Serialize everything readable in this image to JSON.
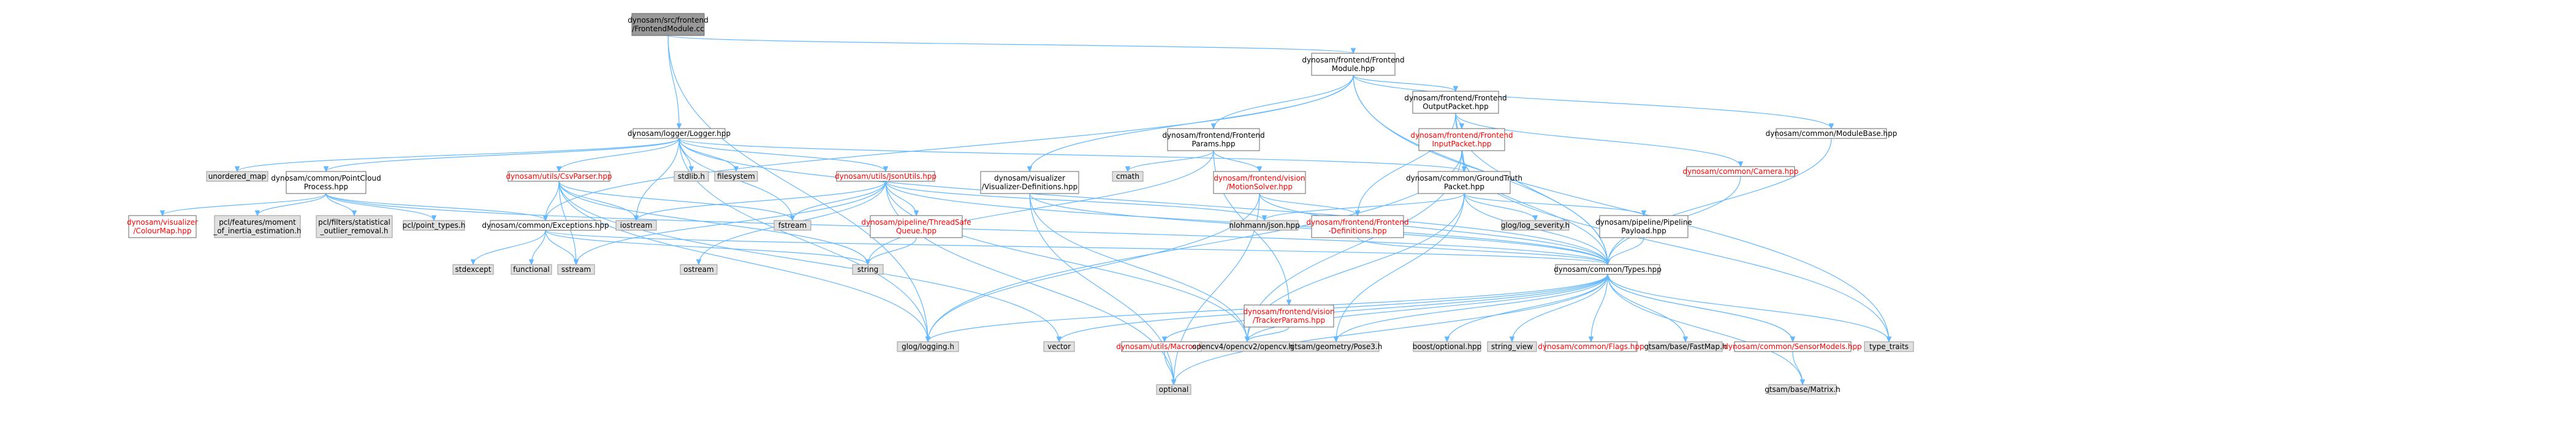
{
  "colors": {
    "root_fill": "#999999",
    "normal_fill": "#ffffff",
    "external_fill": "#e0e0e0",
    "border_normal": "#666666",
    "border_external": "#999999",
    "text_normal": "#000000",
    "text_link_red": "#ff0000",
    "edge": "#63b8ff"
  },
  "nodes": [
    {
      "id": "root",
      "lines": [
        "dynosam/src/frontend",
        "/FrontendModule.cc"
      ],
      "kind": "root"
    },
    {
      "id": "fm",
      "lines": [
        "dynosam/frontend/Frontend",
        "Module.hpp"
      ],
      "kind": "normal"
    },
    {
      "id": "logger",
      "lines": [
        "dynosam/logger/Logger.hpp"
      ],
      "kind": "normal"
    },
    {
      "id": "fop",
      "lines": [
        "dynosam/frontend/Frontend",
        "OutputPacket.hpp"
      ],
      "kind": "normal"
    },
    {
      "id": "modbase",
      "lines": [
        "dynosam/common/ModuleBase.hpp"
      ],
      "kind": "normal"
    },
    {
      "id": "fparams",
      "lines": [
        "dynosam/frontend/Frontend",
        "Params.hpp"
      ],
      "kind": "normal"
    },
    {
      "id": "fip",
      "lines": [
        "dynosam/frontend/Frontend",
        "InputPacket.hpp"
      ],
      "kind": "red"
    },
    {
      "id": "camera",
      "lines": [
        "dynosam/common/Camera.hpp"
      ],
      "kind": "red"
    },
    {
      "id": "unordered_map",
      "lines": [
        "unordered_map"
      ],
      "kind": "external"
    },
    {
      "id": "pcp",
      "lines": [
        "dynosam/common/PointCloud",
        "Process.hpp"
      ],
      "kind": "normal"
    },
    {
      "id": "csv",
      "lines": [
        "dynosam/utils/CsvParser.hpp"
      ],
      "kind": "red"
    },
    {
      "id": "stdlib",
      "lines": [
        "stdlib.h"
      ],
      "kind": "external"
    },
    {
      "id": "filesystem",
      "lines": [
        "filesystem"
      ],
      "kind": "external"
    },
    {
      "id": "json",
      "lines": [
        "dynosam/utils/JsonUtils.hpp"
      ],
      "kind": "red"
    },
    {
      "id": "vizdef",
      "lines": [
        "dynosam/visualizer",
        "/Visualizer-Definitions.hpp"
      ],
      "kind": "normal"
    },
    {
      "id": "cmath",
      "lines": [
        "cmath"
      ],
      "kind": "external"
    },
    {
      "id": "motion",
      "lines": [
        "dynosam/frontend/vision",
        "/MotionSolver.hpp"
      ],
      "kind": "red"
    },
    {
      "id": "gt",
      "lines": [
        "dynosam/common/GroundTruth",
        "Packet.hpp"
      ],
      "kind": "normal"
    },
    {
      "id": "colourmap",
      "lines": [
        "dynosam/visualizer",
        "/ColourMap.hpp"
      ],
      "kind": "red"
    },
    {
      "id": "moment",
      "lines": [
        "pcl/features/moment",
        "_of_inertia_estimation.h"
      ],
      "kind": "external"
    },
    {
      "id": "statfilter",
      "lines": [
        "pcl/filters/statistical",
        "_outlier_removal.h"
      ],
      "kind": "external"
    },
    {
      "id": "pointtypes",
      "lines": [
        "pcl/point_types.h"
      ],
      "kind": "external"
    },
    {
      "id": "exceptions",
      "lines": [
        "dynosam/common/Exceptions.hpp"
      ],
      "kind": "normal"
    },
    {
      "id": "iostream",
      "lines": [
        "iostream"
      ],
      "kind": "external"
    },
    {
      "id": "fstream",
      "lines": [
        "fstream"
      ],
      "kind": "external"
    },
    {
      "id": "tsq",
      "lines": [
        "dynosam/pipeline/ThreadSafe",
        "Queue.hpp"
      ],
      "kind": "red"
    },
    {
      "id": "nlohmann",
      "lines": [
        "nlohmann/json.hpp"
      ],
      "kind": "external"
    },
    {
      "id": "fdefs",
      "lines": [
        "dynosam/frontend/Frontend",
        "-Definitions.hpp"
      ],
      "kind": "red"
    },
    {
      "id": "glogsev",
      "lines": [
        "glog/log_severity.h"
      ],
      "kind": "external"
    },
    {
      "id": "pipepayload",
      "lines": [
        "dynosam/pipeline/Pipeline",
        "Payload.hpp"
      ],
      "kind": "normal"
    },
    {
      "id": "stdexcept",
      "lines": [
        "stdexcept"
      ],
      "kind": "external"
    },
    {
      "id": "functional",
      "lines": [
        "functional"
      ],
      "kind": "external"
    },
    {
      "id": "sstream",
      "lines": [
        "sstream"
      ],
      "kind": "external"
    },
    {
      "id": "ostream",
      "lines": [
        "ostream"
      ],
      "kind": "external"
    },
    {
      "id": "string",
      "lines": [
        "string"
      ],
      "kind": "external"
    },
    {
      "id": "tracker",
      "lines": [
        "dynosam/frontend/vision",
        "/TrackerParams.hpp"
      ],
      "kind": "red"
    },
    {
      "id": "types",
      "lines": [
        "dynosam/common/Types.hpp"
      ],
      "kind": "normal"
    },
    {
      "id": "glog",
      "lines": [
        "glog/logging.h"
      ],
      "kind": "external"
    },
    {
      "id": "vector",
      "lines": [
        "vector"
      ],
      "kind": "external"
    },
    {
      "id": "macros",
      "lines": [
        "dynosam/utils/Macros.hpp"
      ],
      "kind": "red"
    },
    {
      "id": "opencv",
      "lines": [
        "opencv4/opencv2/opencv.hpp"
      ],
      "kind": "external"
    },
    {
      "id": "pose3",
      "lines": [
        "gtsam/geometry/Pose3.h"
      ],
      "kind": "external"
    },
    {
      "id": "boostopt",
      "lines": [
        "boost/optional.hpp"
      ],
      "kind": "external"
    },
    {
      "id": "string_view",
      "lines": [
        "string_view"
      ],
      "kind": "external"
    },
    {
      "id": "flags",
      "lines": [
        "dynosam/common/Flags.hpp"
      ],
      "kind": "red"
    },
    {
      "id": "fastmap",
      "lines": [
        "gtsam/base/FastMap.h"
      ],
      "kind": "external"
    },
    {
      "id": "sensor",
      "lines": [
        "dynosam/common/SensorModels.hpp"
      ],
      "kind": "red"
    },
    {
      "id": "type_traits",
      "lines": [
        "type_traits"
      ],
      "kind": "external"
    },
    {
      "id": "optional",
      "lines": [
        "optional"
      ],
      "kind": "external"
    },
    {
      "id": "matrix",
      "lines": [
        "gtsam/base/Matrix.h"
      ],
      "kind": "external"
    }
  ]
}
